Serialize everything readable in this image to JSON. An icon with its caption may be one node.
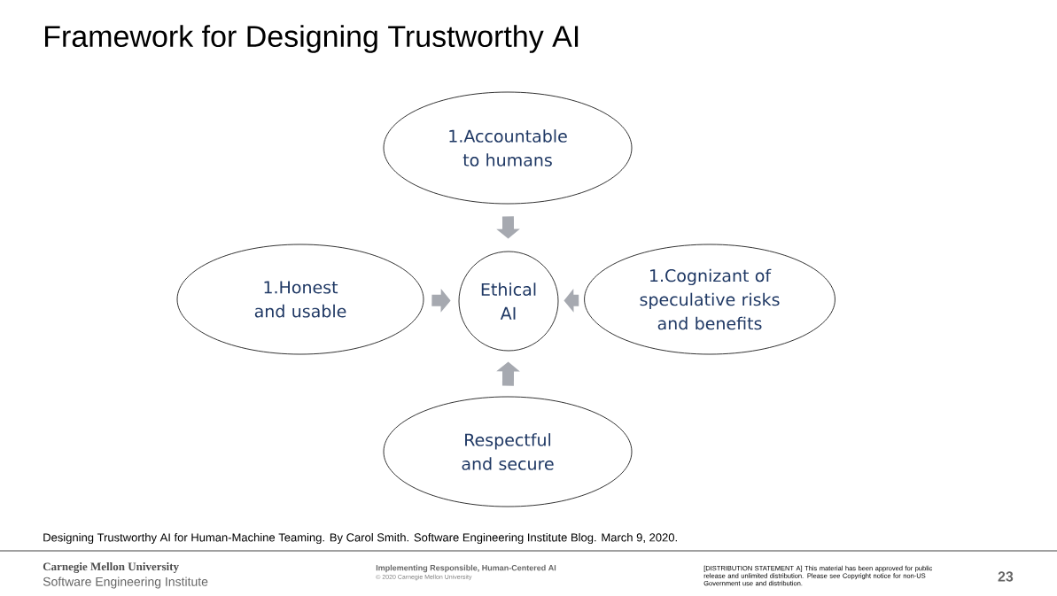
{
  "diagram": {
    "title": "Framework for Designing Trustworthy AI",
    "nodes": [
      {
        "text": [
          "1.Accountable to humans"
        ]
      },
      {
        "text": [
          "1.Honest and usable"
        ]
      },
      {
        "text": [
          "Ethical AI"
        ]
      },
      {
        "text": [
          "1.Cognizant of speculative risks and benefits"
        ]
      },
      {
        "text": [
          "Respectful and secure"
        ]
      }
    ],
    "edges": [
      {
        "from": 0,
        "to": 2,
        "arrow": "to"
      },
      {
        "from": 1,
        "to": 2,
        "arrow": "to"
      },
      {
        "from": 3,
        "to": 2,
        "arrow": "to"
      },
      {
        "from": 4,
        "to": 2,
        "arrow": "to"
      }
    ],
    "labels": [
      "Designing Trustworthy AI for Human-Machine Teaming. By Carol Smith. Software Engineering Institute Blog. March 9, 2020.",
      "Carnegie Mellon University",
      "Software Engineering Institute",
      "Implementing Responsible, Human-Centered AI",
      "© 2020 Carnegie Mellon University",
      "[DISTRIBUTION STATEMENT A] This material has been approved for public release and unlimited distribution. Please see Copyright notice for non-US Government use and distribution.",
      "23"
    ]
  }
}
